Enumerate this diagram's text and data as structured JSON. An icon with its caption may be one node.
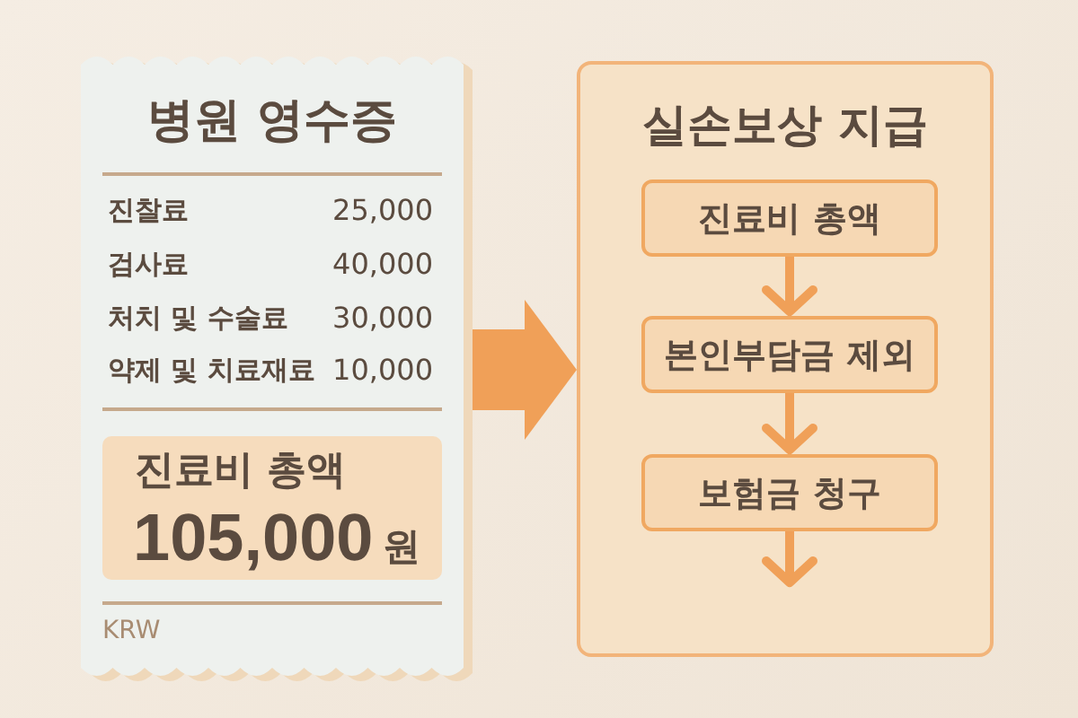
{
  "diagram": {
    "nodes": [
      {
        "text": [
          "병원 영수증"
        ]
      },
      {
        "text": [
          "진료비 총액",
          "105,000",
          "원"
        ],
        "in": 0
      },
      {
        "text": [
          "실손보상 지급"
        ]
      },
      {
        "text": [
          "진료비 총액"
        ],
        "in": 2
      },
      {
        "text": [
          "본인부담금 제외"
        ],
        "in": 2
      },
      {
        "text": [
          "보험금 청구"
        ],
        "in": 2
      }
    ],
    "edges": [
      {
        "from": 0,
        "to": 2,
        "arrow": "to",
        "style": "thick"
      },
      {
        "from": 3,
        "to": 4,
        "arrow": "to"
      },
      {
        "from": 4,
        "to": 5,
        "arrow": "to"
      },
      {
        "from": 5,
        "to": null,
        "arrow": "to"
      }
    ],
    "labels": [
      "진찰료",
      "25,000",
      "검사료",
      "40,000",
      "처치 및 수술료",
      "30,000",
      "약제 및 치료재료",
      "10,000",
      "KRW"
    ]
  }
}
